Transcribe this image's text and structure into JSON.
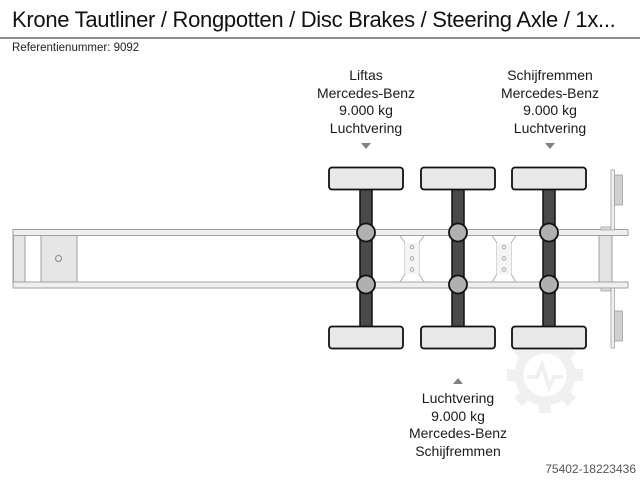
{
  "header": {
    "title": "Krone Tautliner / Rongpotten / Disc Brakes / Steering Axle / 1x...",
    "reference": "Referentienummer: 9092"
  },
  "axles": [
    {
      "position": "top",
      "lines": [
        "Liftas",
        "Mercedes-Benz",
        "9.000 kg",
        "Luchtvering"
      ]
    },
    {
      "position": "bottom",
      "lines": [
        "Luchtvering",
        "9.000 kg",
        "Mercedes-Benz",
        "Schijfremmen"
      ]
    },
    {
      "position": "top",
      "lines": [
        "Schijfremmen",
        "Mercedes-Benz",
        "9.000 kg",
        "Luchtvering"
      ]
    }
  ],
  "footer": {
    "listing_id": "75402-18223436"
  },
  "colors": {
    "frame_stroke": "#a0a0a0",
    "frame_fill": "#e6e6e6",
    "tire_fill": "#e8e8e8",
    "axle_bar": "#4a4a4a",
    "hub_fill": "#b0b0b0",
    "outline": "#111111",
    "arrow": "#808080"
  },
  "icons": {
    "top_indicator": "triangle-down-icon",
    "bottom_indicator": "triangle-up-icon",
    "watermark": "gear-logo-icon"
  }
}
